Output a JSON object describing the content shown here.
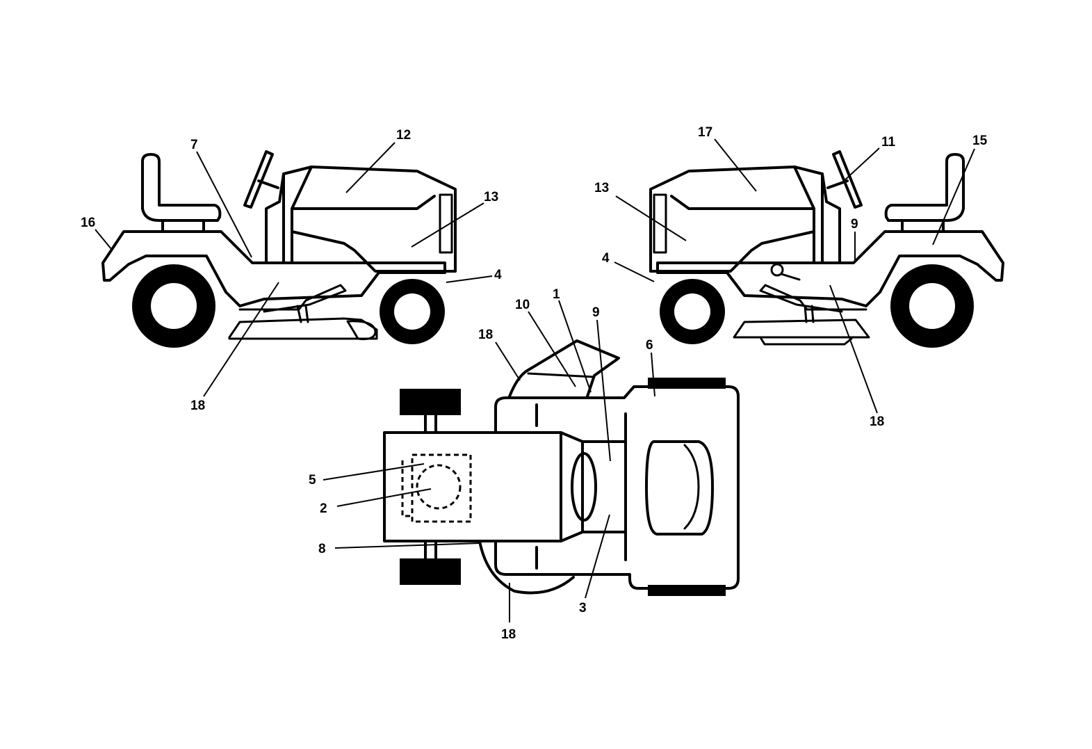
{
  "callouts": {
    "l_12": "12",
    "l_7": "7",
    "l_13": "13",
    "l_16": "16",
    "l_4": "4",
    "l_18": "18",
    "r_17": "17",
    "r_11": "11",
    "r_15": "15",
    "r_13": "13",
    "r_9": "9",
    "r_4": "4",
    "r_18": "18",
    "t_10": "10",
    "t_1": "1",
    "t_9": "9",
    "t_18a": "18",
    "t_6": "6",
    "t_5": "5",
    "t_2": "2",
    "t_8": "8",
    "t_3": "3",
    "t_18b": "18"
  }
}
